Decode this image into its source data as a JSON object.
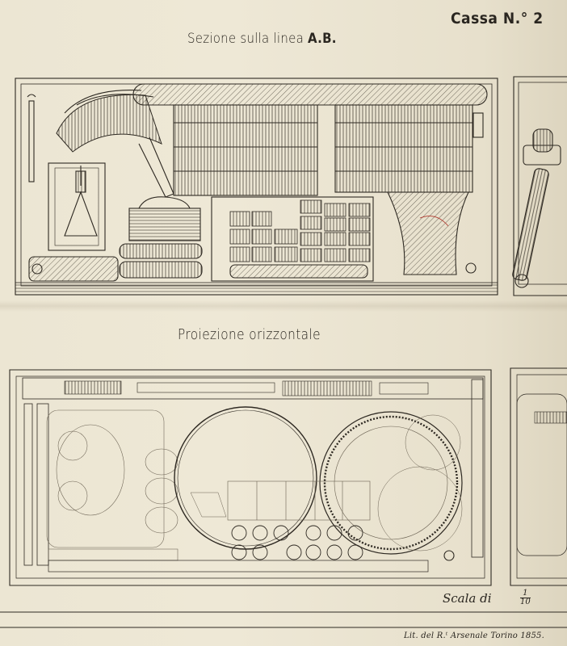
{
  "plate": {
    "case_label": "Cassa N.° 2",
    "section_title_prefix": "Sezione sulla linea",
    "section_title_line": "A.B.",
    "plan_title": "Proiezione orizzontale",
    "scale_label": "Scala di",
    "scale_num": "1",
    "scale_den": "10",
    "lithographer": "Lit. del R.ᵗ Arsenale Torino 1855."
  }
}
